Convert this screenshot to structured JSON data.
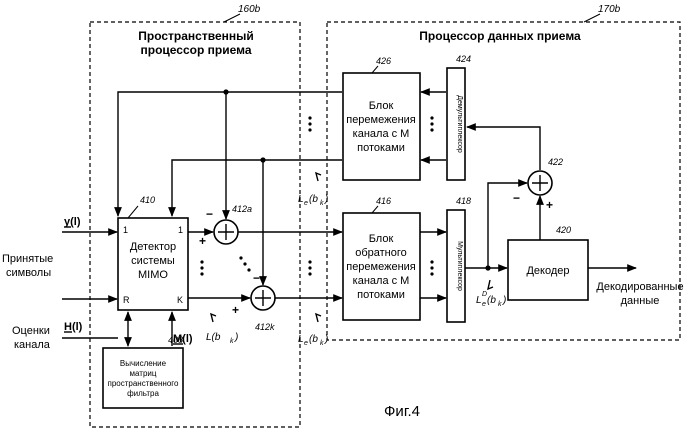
{
  "regions": {
    "spatial": {
      "ref": "160b",
      "title_line1": "Пространственный",
      "title_line2": "процессор приема"
    },
    "rx_data": {
      "ref": "170b",
      "title": "Процессор данных приема"
    }
  },
  "blocks": {
    "mimo": {
      "ref": "410",
      "line1": "Детектор",
      "line2": "системы",
      "line3": "MIMO",
      "port_in1": "1",
      "port_out1": "1",
      "port_r": "R",
      "port_k": "K"
    },
    "filter": {
      "ref": "408",
      "line1": "Вычисление",
      "line2": "матриц",
      "line3": "пространственного",
      "line4": "фильтра"
    },
    "interleaver": {
      "ref": "426",
      "line1": "Блок",
      "line2": "перемежения",
      "line3": "канала с М",
      "line4": "потоками"
    },
    "deinterleaver": {
      "ref": "416",
      "line1": "Блок",
      "line2": "обратного",
      "line3": "перемежения",
      "line4": "канала с М",
      "line5": "потоками"
    },
    "demux": {
      "ref": "424",
      "text": "Демультиплексор"
    },
    "mux": {
      "ref": "418",
      "text": "Мультиплексор"
    },
    "decoder": {
      "ref": "420",
      "label": "Декодер"
    }
  },
  "summers": {
    "s1": "412a",
    "sk": "412k",
    "s2": "422"
  },
  "signals": {
    "y": "y(l)",
    "H": "H(l)",
    "M": "M(l)",
    "L_bk": "L(b",
    "Le_bk": "L",
    "Le_sub": "e",
    "LeD_sup": "D",
    "bk": "(b",
    "k": "k",
    "close": ")"
  },
  "io": {
    "received_line1": "Принятые",
    "received_line2": "символы",
    "estimates_line1": "Оценки",
    "estimates_line2": "канала",
    "decoded_line1": "Декодированные",
    "decoded_line2": "данные"
  },
  "signs": {
    "minus": "−",
    "plus": "+"
  },
  "caption": "Фиг.4"
}
